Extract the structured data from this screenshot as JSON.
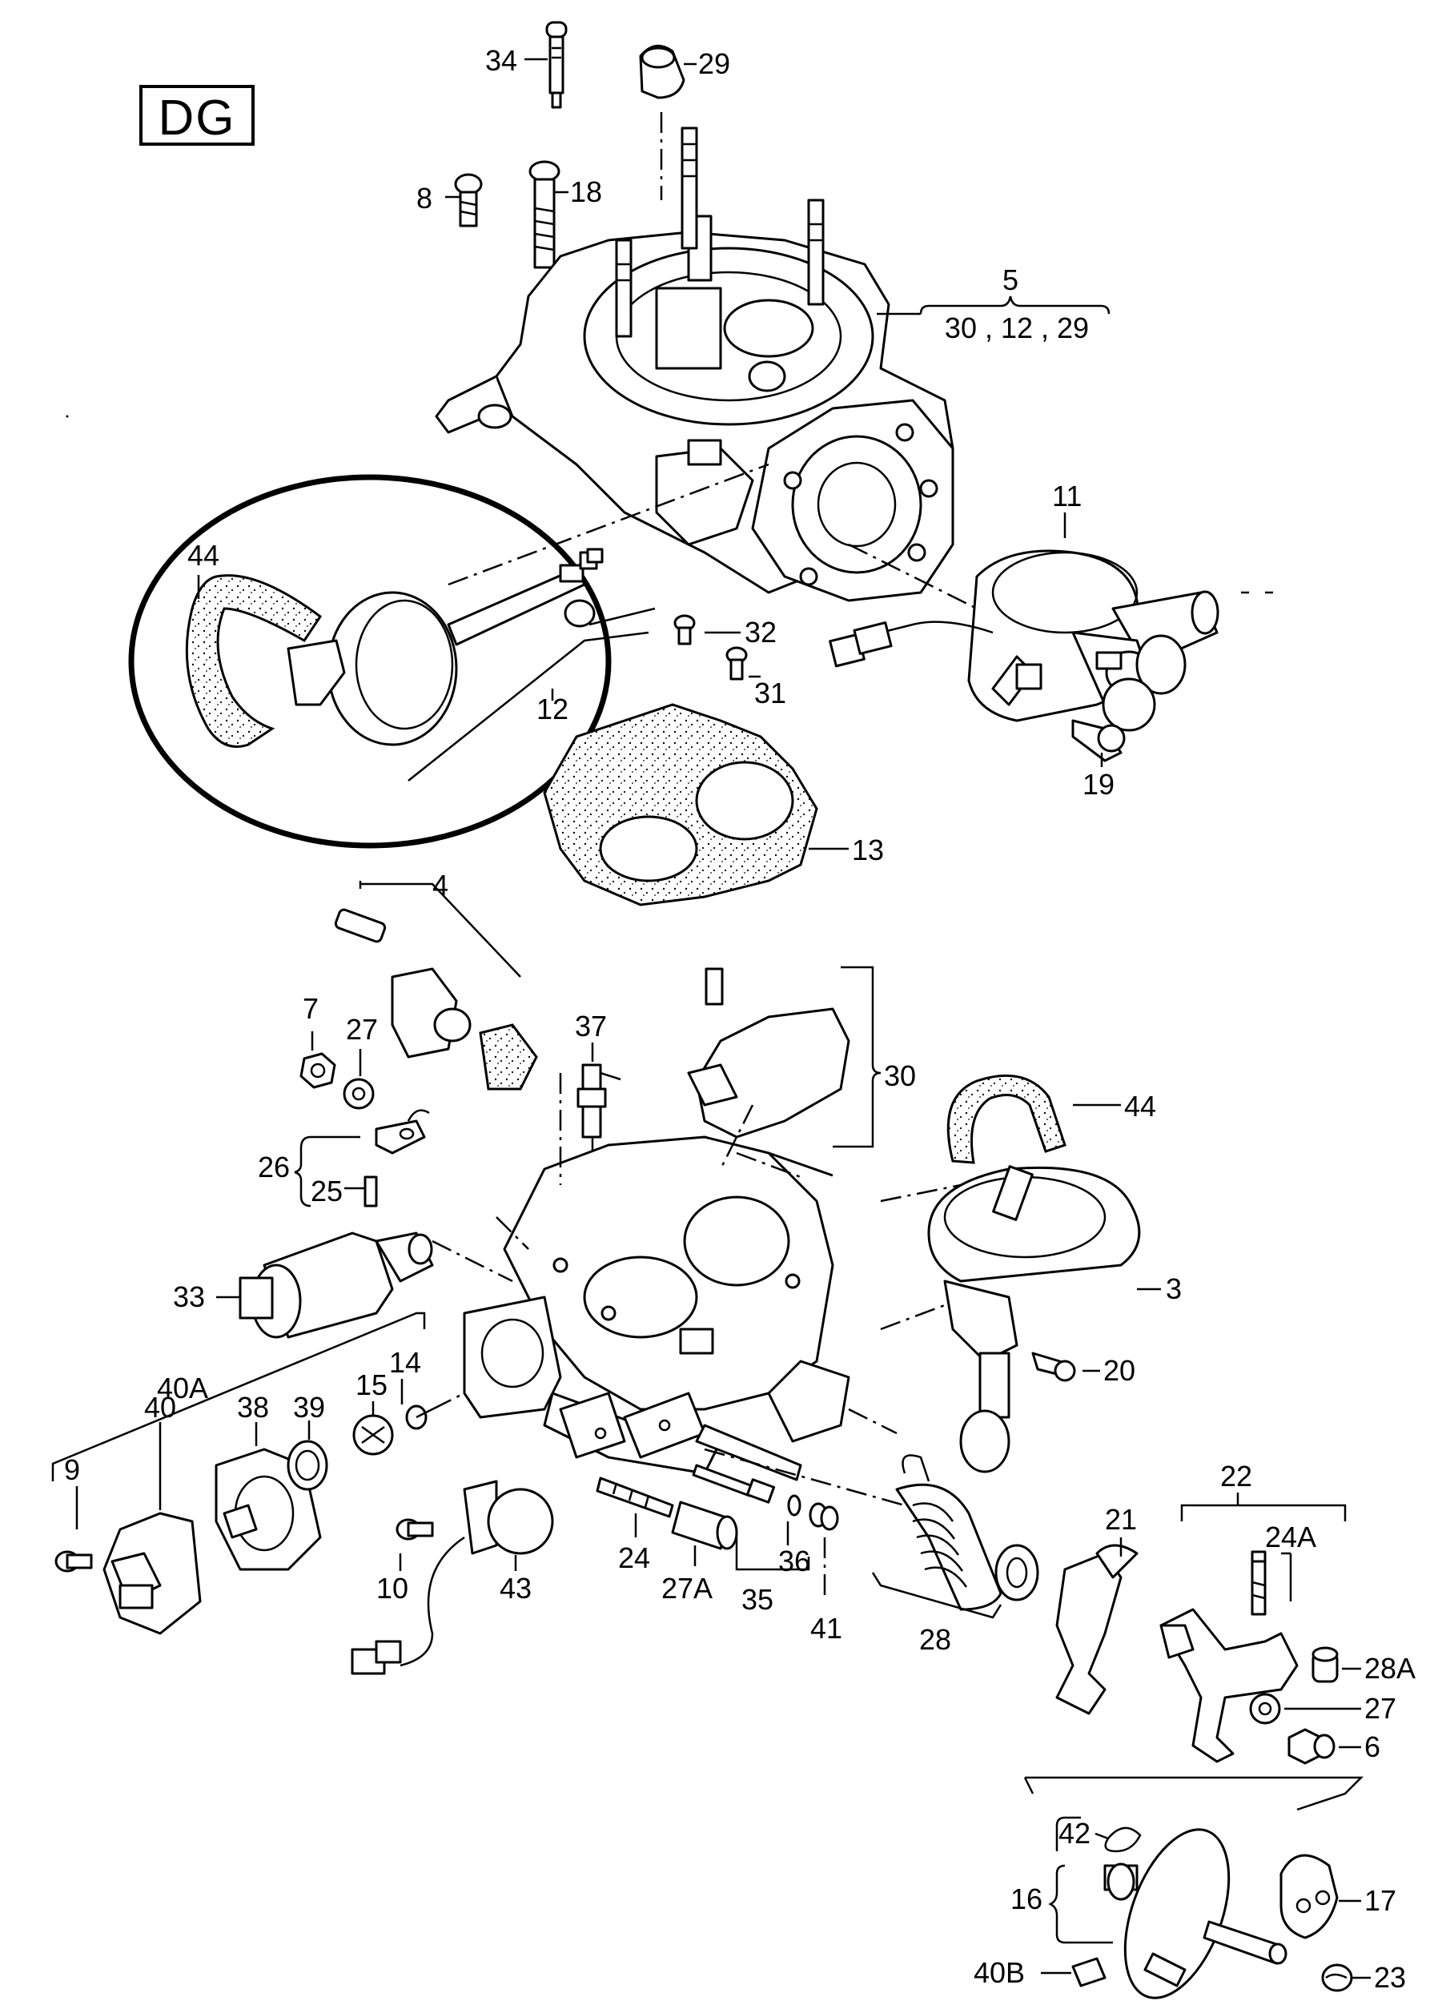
{
  "model_code": "DG",
  "part_labels": {
    "p34": "34",
    "p29_top": "29",
    "p8": "8",
    "p18": "18",
    "p5": "5",
    "p5_contents": "30 , 12 , 29",
    "p11": "11",
    "p44_top": "44",
    "p12": "12",
    "p32": "32",
    "p31": "31",
    "p19": "19",
    "p13": "13",
    "p4": "4",
    "p7": "7",
    "p27_a": "27",
    "p37": "37",
    "p30": "30",
    "p44_mid": "44",
    "p26": "26",
    "p25": "25",
    "p33": "33",
    "p3": "3",
    "p40A": "40A",
    "p15": "15",
    "p14": "14",
    "p38": "38",
    "p39": "39",
    "p40": "40",
    "p9": "9",
    "p20": "20",
    "p22": "22",
    "p24A": "24A",
    "p21": "21",
    "p10": "10",
    "p43": "43",
    "p24": "24",
    "p27A": "27A",
    "p36": "36",
    "p35": "35",
    "p41": "41",
    "p28": "28",
    "p28A": "28A",
    "p27_b": "27",
    "p6": "6",
    "p42": "42",
    "p16": "16",
    "p17": "17",
    "p40B": "40B",
    "p23": "23"
  },
  "highlight": "ellipse around vacuum unit assembly (44, 12)"
}
